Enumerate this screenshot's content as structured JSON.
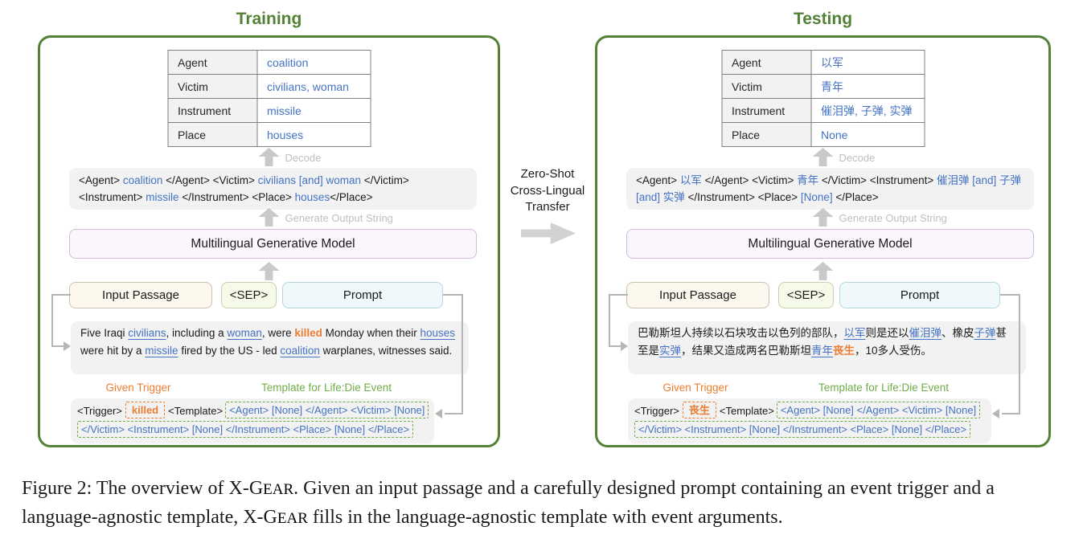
{
  "training": {
    "title": "Training",
    "table": {
      "rows": [
        {
          "label": "Agent",
          "value": "coalition"
        },
        {
          "label": "Victim",
          "value": "civilians, woman"
        },
        {
          "label": "Instrument",
          "value": "missile"
        },
        {
          "label": "Place",
          "value": "houses"
        }
      ]
    },
    "decode_label": "Decode",
    "output_string": [
      {
        "t": "<Agent> ",
        "c": "tag"
      },
      {
        "t": "coalition ",
        "c": "arg"
      },
      {
        "t": "</Agent> <Victim> ",
        "c": "tag"
      },
      {
        "t": "civilians [and] woman ",
        "c": "arg"
      },
      {
        "t": "</Victim> <Instrument> ",
        "c": "tag"
      },
      {
        "t": "missile ",
        "c": "arg"
      },
      {
        "t": "</Instrument> <Place> ",
        "c": "tag"
      },
      {
        "t": "houses",
        "c": "arg"
      },
      {
        "t": "</Place>",
        "c": "tag"
      }
    ],
    "generate_label": "Generate Output String",
    "model_label": "Multilingual Generative Model",
    "input_passage_label": "Input Passage",
    "sep_label": "<SEP>",
    "prompt_label": "Prompt",
    "passage": [
      {
        "t": "Five Iraqi ",
        "c": "plain"
      },
      {
        "t": "civilians",
        "c": "link"
      },
      {
        "t": ", including a ",
        "c": "plain"
      },
      {
        "t": "woman",
        "c": "link"
      },
      {
        "t": ", were ",
        "c": "plain"
      },
      {
        "t": "killed",
        "c": "trigger"
      },
      {
        "t": " Monday when their ",
        "c": "plain"
      },
      {
        "t": "houses",
        "c": "link"
      },
      {
        "t": " were hit by a ",
        "c": "plain"
      },
      {
        "t": "missile",
        "c": "link"
      },
      {
        "t": " fired by the US - led ",
        "c": "plain"
      },
      {
        "t": "coalition",
        "c": "link"
      },
      {
        "t": " warplanes, witnesses said.",
        "c": "plain"
      }
    ],
    "given_trigger_label": "Given Trigger",
    "template_label": "Template for Life:Die Event",
    "prompt_box": {
      "trigger_open_tag": "<Trigger>",
      "trigger": "killed",
      "template_open_tag": "<Template>",
      "template_line1": "<Agent> [None] </Agent> <Victim> [None]",
      "template_line2": "</Victim> <Instrument> [None] </Instrument> <Place> [None] </Place>"
    }
  },
  "transfer": {
    "lines": [
      "Zero-Shot",
      "Cross-Lingual",
      "Transfer"
    ]
  },
  "testing": {
    "title": "Testing",
    "table": {
      "rows": [
        {
          "label": "Agent",
          "value": "以军"
        },
        {
          "label": "Victim",
          "value": "青年"
        },
        {
          "label": "Instrument",
          "value": "催泪弹, 子弹, 实弹"
        },
        {
          "label": "Place",
          "value": "None"
        }
      ]
    },
    "decode_label": "Decode",
    "output_string": [
      {
        "t": "<Agent> ",
        "c": "tag"
      },
      {
        "t": "以军 ",
        "c": "arg"
      },
      {
        "t": "</Agent> <Victim> ",
        "c": "tag"
      },
      {
        "t": "青年 ",
        "c": "arg"
      },
      {
        "t": "</Victim> <Instrument> ",
        "c": "tag"
      },
      {
        "t": "催泪弹 [and] 子弹 [and] 实弹 ",
        "c": "arg"
      },
      {
        "t": "</Instrument> <Place> ",
        "c": "tag"
      },
      {
        "t": "[None]",
        "c": "arg"
      },
      {
        "t": " </Place>",
        "c": "tag"
      }
    ],
    "generate_label": "Generate Output String",
    "model_label": "Multilingual Generative Model",
    "input_passage_label": "Input Passage",
    "sep_label": "<SEP>",
    "prompt_label": "Prompt",
    "passage": [
      {
        "t": "巴勒斯坦人持续以石块攻击以色列的部队，",
        "c": "plain"
      },
      {
        "t": "以军",
        "c": "link"
      },
      {
        "t": "则是还以",
        "c": "plain"
      },
      {
        "t": "催泪弹",
        "c": "link"
      },
      {
        "t": "、橡皮",
        "c": "plain"
      },
      {
        "t": "子弹",
        "c": "link"
      },
      {
        "t": "甚至是",
        "c": "plain"
      },
      {
        "t": "实弹",
        "c": "link"
      },
      {
        "t": "，结果又造成两名巴勒斯坦",
        "c": "plain"
      },
      {
        "t": "青年",
        "c": "link"
      },
      {
        "t": "丧生",
        "c": "trigger"
      },
      {
        "t": "，10多人受伤。",
        "c": "plain"
      }
    ],
    "given_trigger_label": "Given Trigger",
    "template_label": "Template for Life:Die Event",
    "prompt_box": {
      "trigger_open_tag": "<Trigger>",
      "trigger": "丧生",
      "template_open_tag": "<Template>",
      "template_line1": "<Agent> [None] </Agent> <Victim> [None]",
      "template_line2": "</Victim> <Instrument> [None] </Instrument> <Place> [None] </Place>"
    }
  },
  "caption": {
    "segments": [
      {
        "t": "Figure 2: The overview of X-G",
        "c": "plain"
      },
      {
        "t": "EAR",
        "c": "sc"
      },
      {
        "t": ". Given an input passage and a carefully designed prompt containing an event trigger and a language-agnostic template, X-G",
        "c": "plain"
      },
      {
        "t": "EAR",
        "c": "sc"
      },
      {
        "t": " fills in the language-agnostic template with event arguments.",
        "c": "plain"
      }
    ]
  }
}
